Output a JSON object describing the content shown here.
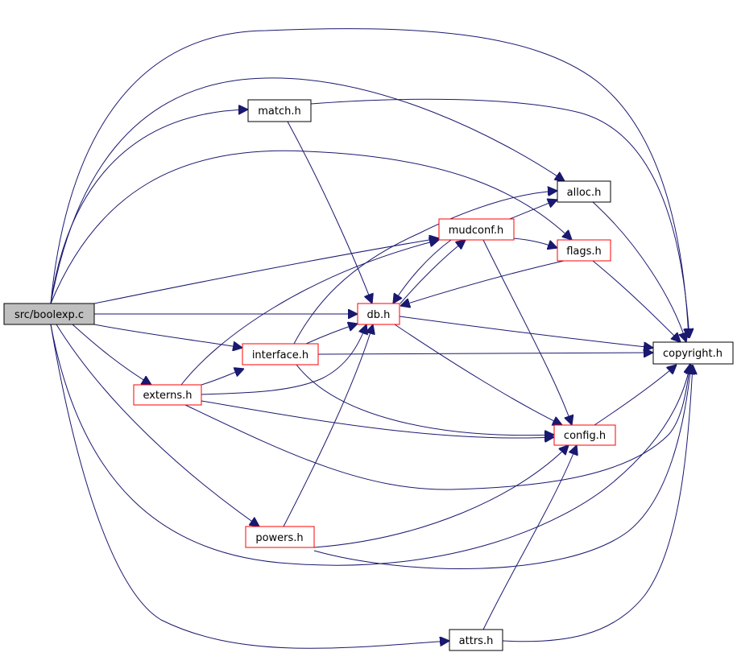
{
  "graph": {
    "nodes": [
      {
        "id": "boolexp",
        "label": "src/boolexp.c",
        "style": "root"
      },
      {
        "id": "match",
        "label": "match.h",
        "style": "plain"
      },
      {
        "id": "alloc",
        "label": "alloc.h",
        "style": "plain"
      },
      {
        "id": "mudconf",
        "label": "mudconf.h",
        "style": "expandable"
      },
      {
        "id": "flags",
        "label": "flags.h",
        "style": "expandable"
      },
      {
        "id": "db",
        "label": "db.h",
        "style": "expandable"
      },
      {
        "id": "copyright",
        "label": "copyright.h",
        "style": "plain"
      },
      {
        "id": "interface",
        "label": "interface.h",
        "style": "expandable"
      },
      {
        "id": "externs",
        "label": "externs.h",
        "style": "expandable"
      },
      {
        "id": "config",
        "label": "config.h",
        "style": "expandable"
      },
      {
        "id": "powers",
        "label": "powers.h",
        "style": "expandable"
      },
      {
        "id": "attrs",
        "label": "attrs.h",
        "style": "plain"
      }
    ],
    "colors": {
      "root_fill": "#bfbfbf",
      "node_fill": "#ffffff",
      "plain_border": "#000000",
      "expandable_border": "#ff0000",
      "edge": "#191970"
    }
  }
}
